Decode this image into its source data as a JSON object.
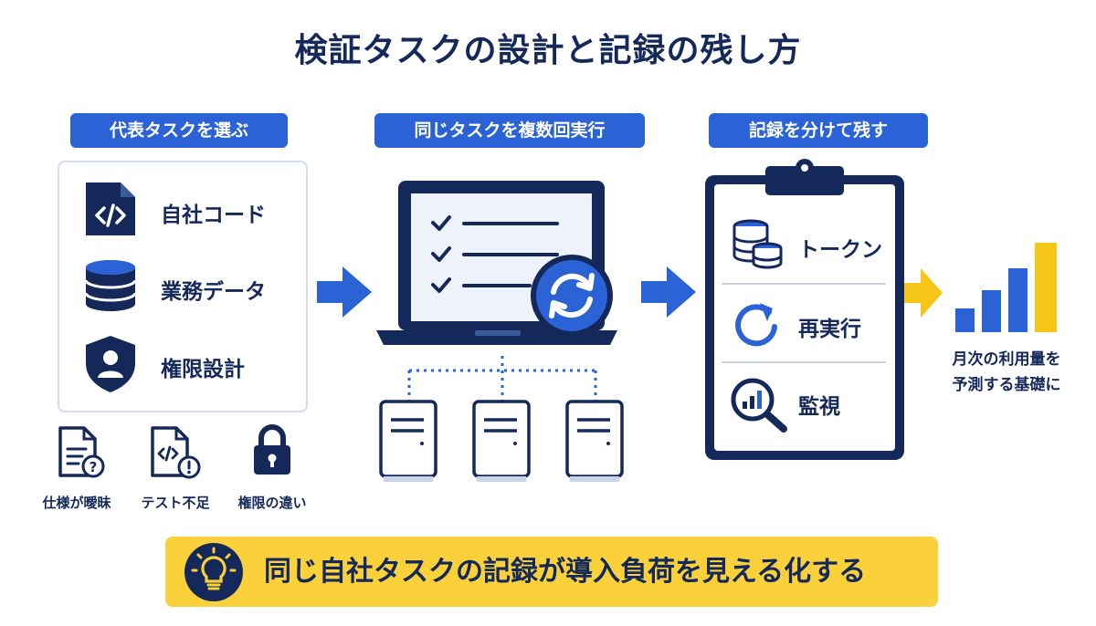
{
  "title": "検証タスクの設計と記録の残し方",
  "steps": [
    {
      "label": "代表タスクを選ぶ"
    },
    {
      "label": "同じタスクを複数回実行"
    },
    {
      "label": "記録を分けて残す"
    }
  ],
  "task_items": [
    {
      "label": "自社コード",
      "icon": "code-file-icon"
    },
    {
      "label": "業務データ",
      "icon": "database-icon"
    },
    {
      "label": "権限設計",
      "icon": "user-shield-icon"
    }
  ],
  "risks": [
    {
      "label": "仕様が曖昧",
      "icon": "document-question-icon"
    },
    {
      "label": "テスト不足",
      "icon": "code-warning-icon"
    },
    {
      "label": "権限の違い",
      "icon": "lock-icon"
    }
  ],
  "records": [
    {
      "label": "トークン",
      "icon": "coins-icon"
    },
    {
      "label": "再実行",
      "icon": "rerun-icon"
    },
    {
      "label": "監視",
      "icon": "monitoring-icon"
    }
  ],
  "forecast": {
    "line1": "月次の利用量を",
    "line2": "予測する基礎に"
  },
  "banner": {
    "text": "同じ自社タスクの記録が導入負荷を見える化する",
    "icon": "lightbulb-icon"
  },
  "colors": {
    "navy": "#14285a",
    "blue": "#2b63d6",
    "yellow": "#fbd13b"
  }
}
